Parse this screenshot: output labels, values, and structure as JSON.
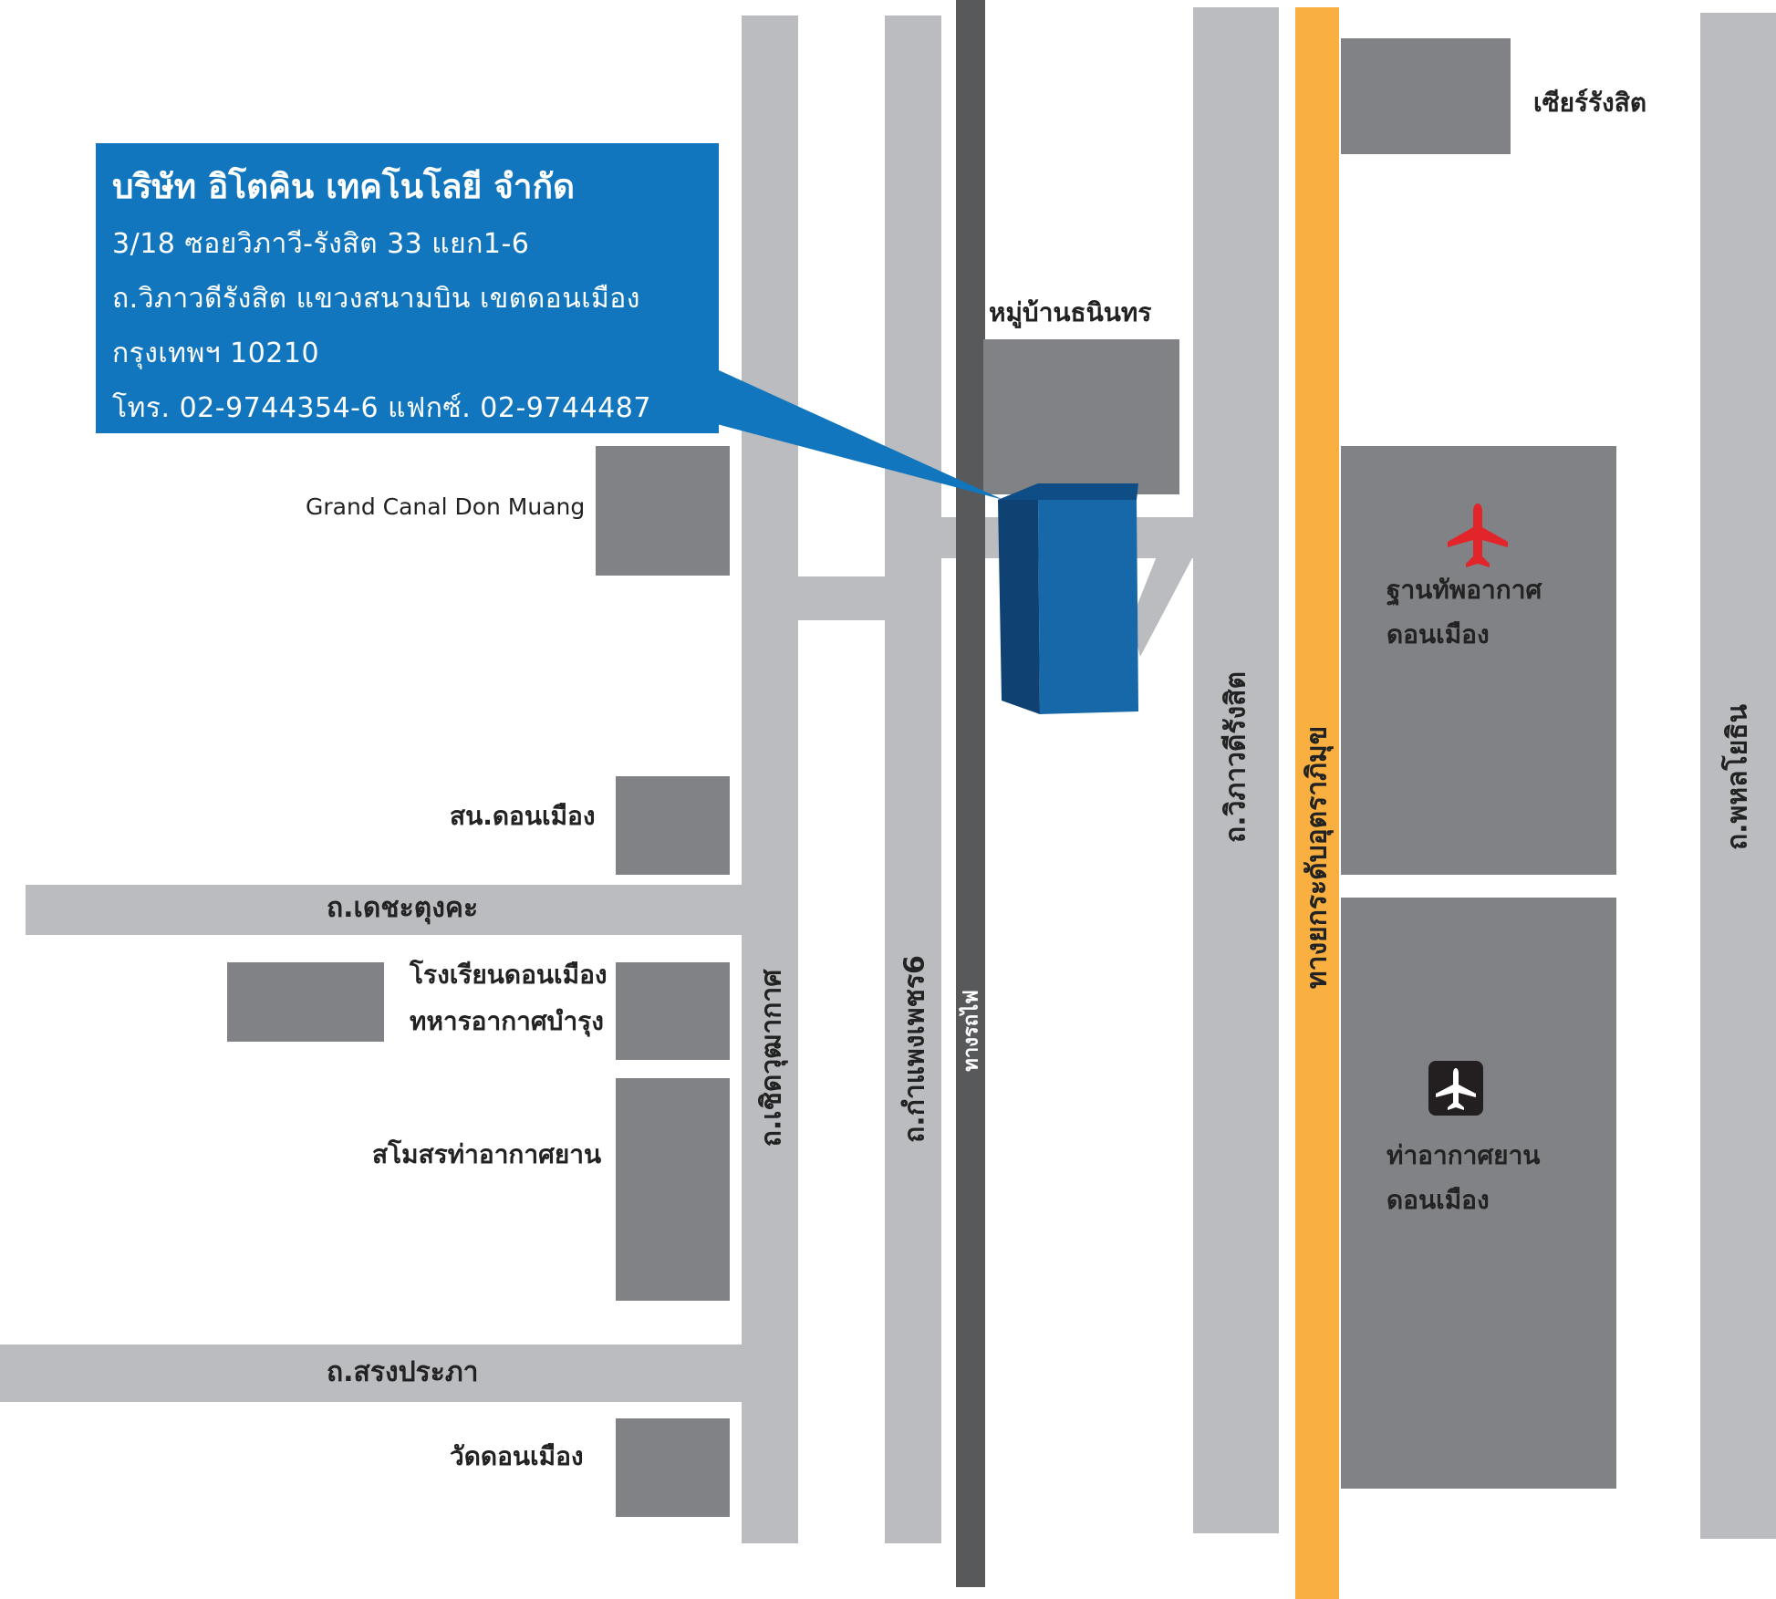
{
  "company": {
    "name": "บริษัท อิโตคิน เทคโนโลยี จำกัด",
    "address_line1": "3/18  ซอยวิภาวี-รังสิต 33 แยก1-6",
    "address_line2": "ถ.วิภาวดีรังสิต แขวงสนามบิน เขตดอนเมือง",
    "address_line3": "กรุงเทพฯ  10210",
    "contact": "โทร. 02-9744354-6 แฟกซ์. 02-9744487"
  },
  "landmarks": {
    "grand_canal": "Grand Canal Don Muang",
    "village": "หมู่บ้านธนินทร",
    "future_rangsit": "เซียร์รังสิต",
    "airforce_base_1": "ฐานทัพอากาศ",
    "airforce_base_2": "ดอนเมือง",
    "police": "สน.ดอนเมือง",
    "school_1": "โรงเรียนดอนเมือง",
    "school_2": "ทหารอากาศบำรุง",
    "airport_club": "สโมสรท่าอากาศยาน",
    "airport_1": "ท่าอากาศยาน",
    "airport_2": "ดอนเมือง",
    "temple": "วัดดอนเมือง"
  },
  "roads": {
    "dechatungkha": "ถ.เดชะตุงคะ",
    "songprapha": "ถ.สรงประภา",
    "choet_wutthakat": "ถ.เชิดวุฒากาศ",
    "kamphaeng_phet_6": "ถ.กำแพงเพชร6",
    "railway": "ทางรถไฟ",
    "vibhavadi": "ถ.วิภาวดีรังสิต",
    "uttaraphimuk": "ทางยกระดับอุตราภิมุข",
    "phahonyothin": "ถ.พหลโยธิน"
  },
  "icons": {
    "airforce": "red-airplane-icon",
    "airport": "airport-airplane-icon"
  },
  "colors": {
    "road": "#bbbcbf",
    "block": "#818285",
    "railway": "#58595b",
    "expressway": "#f9b040",
    "callout": "#1176bd",
    "building": "#1668a9",
    "airforce_icon": "#e2252b"
  }
}
